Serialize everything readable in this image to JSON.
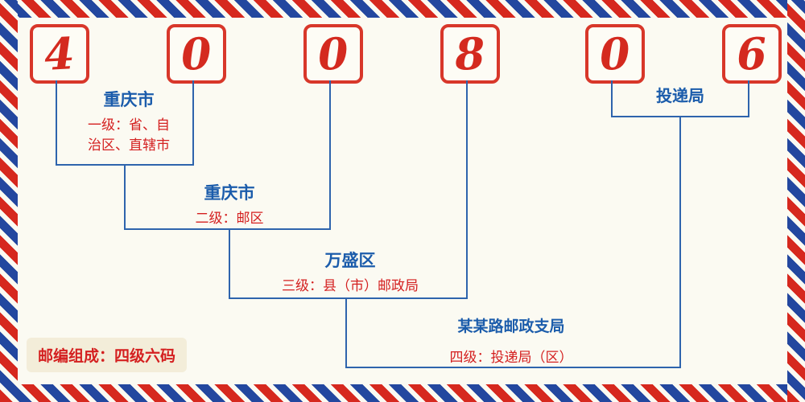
{
  "postal_code": {
    "digits": [
      "4",
      "0",
      "0",
      "8",
      "0",
      "6"
    ]
  },
  "labels": {
    "level1": {
      "place": "重庆市",
      "desc": "一级：省、自治区、直辖市"
    },
    "level2": {
      "place": "重庆市",
      "desc": "二级：邮区"
    },
    "level3": {
      "place": "万盛区",
      "desc": "三级：县（市）邮政局"
    },
    "level4": {
      "place": "某某路邮政支局",
      "desc": "四级：投递局（区）"
    },
    "delivery": {
      "place": "投递局"
    }
  },
  "footer": {
    "composition": "邮编组成：四级六码"
  },
  "colors": {
    "digit_red": "#d42a1f",
    "box_border_red": "#d8372a",
    "line_blue": "#2e64ad",
    "place_blue": "#1b5cab",
    "desc_red": "#d42020",
    "stripe_red": "#d6281e",
    "stripe_blue": "#23479f",
    "background_cream": "#fbfaf2",
    "badge_beige": "#f3edd9"
  }
}
